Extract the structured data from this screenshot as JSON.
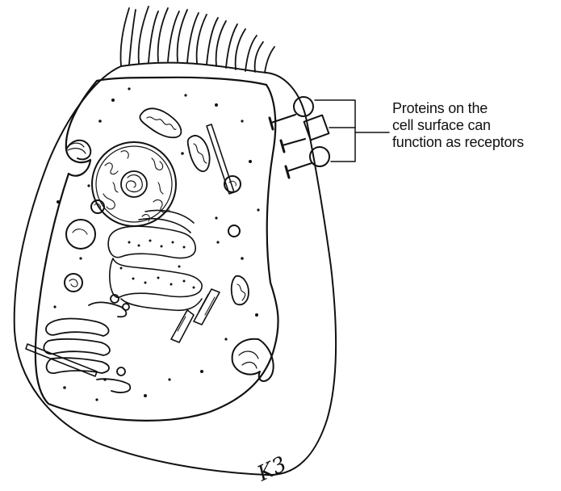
{
  "callout": {
    "lines": [
      "Proteins on the",
      "cell surface can",
      "function as receptors"
    ]
  },
  "signature": "K3",
  "colors": {
    "ink": "#111111",
    "background": "#ffffff"
  }
}
